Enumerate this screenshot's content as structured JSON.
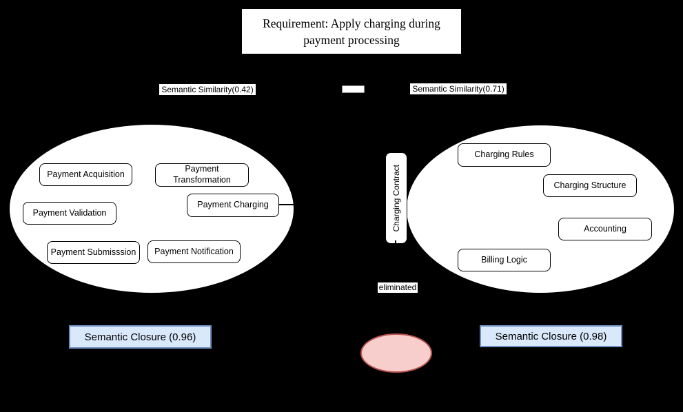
{
  "diagram": {
    "requirement": {
      "title": "Requirement: Apply charging during payment processing"
    },
    "left_cluster": {
      "similarity": "Semantic Similarity(0.42)",
      "closure": "Semantic Closure (0.96)",
      "nodes": [
        "Payment Acquisition",
        "Payment Transformation",
        "Payment Charging",
        "Payment Validation",
        "Payment Submisssion",
        "Payment Notification"
      ]
    },
    "right_cluster": {
      "similarity": "Semantic Similarity(0.71)",
      "closure": "Semantic Closure (0.98)",
      "contract": "Charging Contract",
      "nodes": [
        "Charging Rules",
        "Charging Structure",
        "Accounting",
        "Billing Logic"
      ]
    },
    "eliminated_label": "eliminated",
    "colors": {
      "background": "#000000",
      "node_fill": "#ffffff",
      "node_border": "#000000",
      "closure_fill": "#dae8fc",
      "closure_border": "#6c8ebf",
      "eliminated_fill": "#f8cecc",
      "eliminated_border": "#b85450"
    }
  }
}
